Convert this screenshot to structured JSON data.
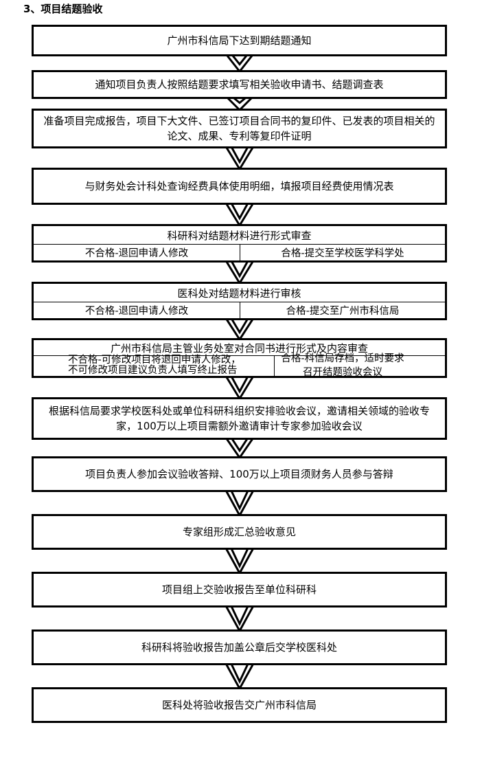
{
  "heading": "3、项目结题验收",
  "steps": [
    "广州市科信局下达到期结题通知",
    "通知项目负责人按照结题要求填写相关验收申请书、结题调查表",
    "准备项目完成报告，项目下大文件、已签订项目合同书的复印件、已发表的项目相关的论文、成果、专利等复印件证明",
    "与财务处会计科处查询经费具体使用明细，填报项目经费使用情况表"
  ],
  "review1": {
    "title": "科研科对结题材料进行形式审查",
    "fail": "不合格-退回申请人修改",
    "pass": "合格-提交至学校医学科学处"
  },
  "review2": {
    "title": "医科处对结题材料进行审核",
    "fail": "不合格-退回申请人修改",
    "pass": "合格-提交至广州市科信局"
  },
  "review3": {
    "title": "广州市科信局主管业务处室对合同书进行形式及内容审查",
    "fail_line1": "不合格-可修改项目将退回申请人修改，",
    "fail_line2": "不可修改项目建议负责人填写终止报告",
    "pass_line1": "合格-科信局存档，适时要求",
    "pass_line2": "召开结题验收会议"
  },
  "steps2": [
    "根据科信局要求学校医科处或单位科研科组织安排验收会议，邀请相关领域的验收专家，100万以上项目需额外邀请审计专家参加验收会议",
    "项目负责人参加会议验收答辩、100万以上项目须财务人员参与答辩",
    "专家组形成汇总验收意见",
    "项目组上交验收报告至单位科研科",
    "科研科将验收报告加盖公章后交学校医科处",
    "医科处将验收报告交广州市科信局"
  ]
}
